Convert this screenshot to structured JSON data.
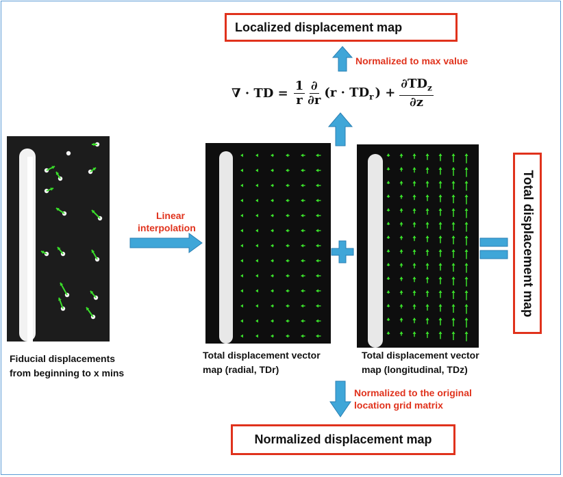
{
  "boxes": {
    "localized": "Localized displacement map",
    "normalized": "Normalized displacement map",
    "total": "Total displacement map"
  },
  "notes": {
    "normalized_max": "Normalized to max value",
    "interp_line1": "Linear",
    "interp_line2": "interpolation",
    "grid_line1": "Normalized to the original",
    "grid_line2": "location grid matrix"
  },
  "equation": {
    "lhs": "∇ · TD =",
    "frac1_num": "1",
    "frac1_den": "r",
    "frac2_num": "∂",
    "frac2_den": "∂r",
    "middle": "(r · TD",
    "middle_sub": "r",
    "middle_end": ") +",
    "frac3_num": "∂TD",
    "frac3_num_sub": "z",
    "frac3_den": "∂z"
  },
  "captions": {
    "fiducial_line1": "Fiducial displacements",
    "fiducial_line2": "from beginning to x mins",
    "radial_line1": "Total displacement vector",
    "radial_line2": "map (radial, TDr)",
    "long_line1": "Total displacement vector",
    "long_line2": "map (longitudinal, TDz)"
  },
  "colors": {
    "box_border": "#e0321c",
    "arrow_fill": "#3fa6d8",
    "vector_green": "#3adf2a",
    "frame_border": "#5b9bd5"
  }
}
